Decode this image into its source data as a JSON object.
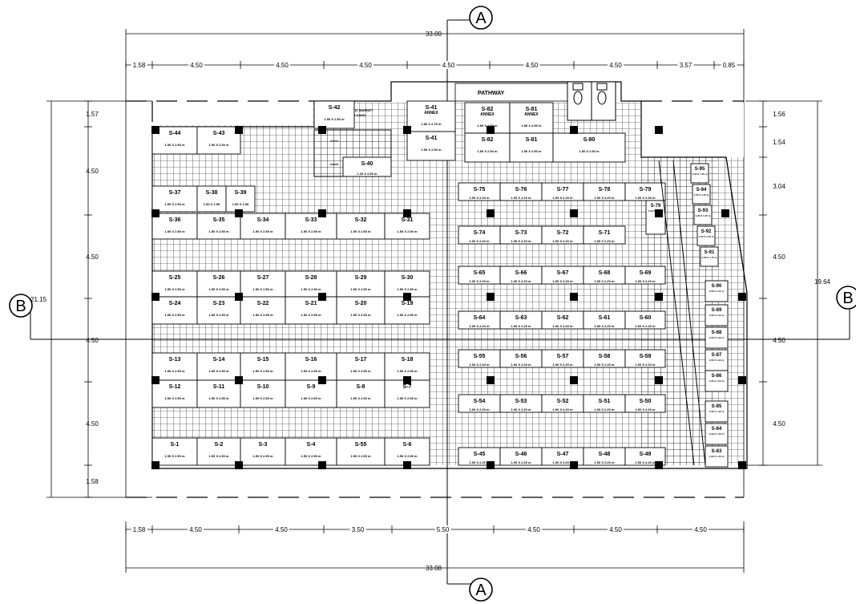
{
  "section_markers": {
    "a": "A",
    "b": "B"
  },
  "dims": {
    "total_top": "33.00",
    "total_bottom": "33.08",
    "height_right": "19.64",
    "height_left": "21.15",
    "top": [
      "1.58",
      "4.50",
      "4.50",
      "4.50",
      "4.50",
      "4.50",
      "4.50",
      "3.57",
      "0.85"
    ],
    "bottom": [
      "1.58",
      "4.50",
      "4.50",
      "3.50",
      "5.50",
      "4.50",
      "4.50",
      "4.50"
    ],
    "left": [
      "1.57",
      "4.50",
      "4.50",
      "4.50",
      "4.50",
      "1.58"
    ],
    "right": [
      "1.56",
      "1.54",
      "3.04",
      "4.50",
      "4.50",
      "4.50"
    ]
  },
  "pathway_label": "PATHWAY",
  "vendors_label": [
    "PASTE PUBLIC MARKET",
    "VENDORS ASSN."
  ],
  "stalls": [
    {
      "id": "S-44",
      "size": "1.50 X 2.50 m"
    },
    {
      "id": "S-43",
      "size": "1.50 X 2.50 m"
    },
    {
      "id": "S-42",
      "size": "1.50 X 2.50 m"
    },
    {
      "id": "S-41",
      "annex": "ANNEX",
      "size": "1.80 X 2.75 m"
    },
    {
      "id": "S-41",
      "size": "1.50 X 2.50 m"
    },
    {
      "id": "S-82",
      "annex": "ANNEX",
      "size": "1.80 X 2.50 m"
    },
    {
      "id": "S-81",
      "annex": "ANNEX",
      "size": "1.80 X 2.50 m"
    },
    {
      "id": "S-82",
      "size": "1.50 X 2.50 m"
    },
    {
      "id": "S-81",
      "size": "1.50 X 2.50 m"
    },
    {
      "id": "S-80",
      "size": "1.50 X 2.50 m"
    },
    {
      "id": "S-40",
      "size": "1.20 X 2.50 m"
    },
    {
      "id": "S-37",
      "size": "1.50 X 2.50 m"
    },
    {
      "id": "S-38",
      "size": "1.50 X 1.50"
    },
    {
      "id": "S-39",
      "size": "1.50 X 1.50"
    },
    {
      "id": "S-36",
      "size": "1.50 X 2.50 m"
    },
    {
      "id": "S-35",
      "size": "1.50 X 2.50 m"
    },
    {
      "id": "S-34",
      "size": "1.50 X 2.50 m"
    },
    {
      "id": "S-33",
      "size": "1.50 X 2.50 m"
    },
    {
      "id": "S-32",
      "size": "1.50 X 2.50 m"
    },
    {
      "id": "S-31",
      "size": "1.50 X 2.50 m"
    },
    {
      "id": "S-25",
      "size": "1.50 X 2.50 m"
    },
    {
      "id": "S-26",
      "size": "1.50 X 2.50 m"
    },
    {
      "id": "S-27",
      "size": "1.50 X 2.50 m"
    },
    {
      "id": "S-28",
      "size": "1.50 X 2.50 m"
    },
    {
      "id": "S-29",
      "size": "1.50 X 2.50 m"
    },
    {
      "id": "S-30",
      "size": "1.50 X 2.50 m"
    },
    {
      "id": "S-24",
      "size": "1.50 X 2.50 m"
    },
    {
      "id": "S-23",
      "size": "1.50 X 2.50 m"
    },
    {
      "id": "S-22",
      "size": "1.50 X 2.50 m"
    },
    {
      "id": "S-21",
      "size": "1.50 X 2.50 m"
    },
    {
      "id": "S-20",
      "size": "1.50 X 2.50 m"
    },
    {
      "id": "S-19",
      "size": "1.50 X 2.50 m"
    },
    {
      "id": "S-13",
      "size": "1.50 X 2.50 m"
    },
    {
      "id": "S-14",
      "size": "1.50 X 2.50 m"
    },
    {
      "id": "S-15",
      "size": "1.50 X 2.50 m"
    },
    {
      "id": "S-16",
      "size": "1.50 X 2.50 m"
    },
    {
      "id": "S-17",
      "size": "1.50 X 2.50 m"
    },
    {
      "id": "S-18",
      "size": "1.50 X 2.50 m"
    },
    {
      "id": "S-12",
      "size": "1.50 X 2.50 m"
    },
    {
      "id": "S-11",
      "size": "1.50 X 2.50 m"
    },
    {
      "id": "S-10",
      "size": "1.50 X 2.50 m"
    },
    {
      "id": "S-9",
      "size": "1.50 X 2.50 m"
    },
    {
      "id": "S-8",
      "size": "1.50 X 2.50 m"
    },
    {
      "id": "S-7",
      "size": "1.50 X 2.50 m"
    },
    {
      "id": "S-1",
      "size": "1.50 X 2.50 m"
    },
    {
      "id": "S-2",
      "size": "1.50 X 2.50 m"
    },
    {
      "id": "S-3",
      "size": "1.50 X 2.50 m"
    },
    {
      "id": "S-4",
      "size": "1.50 X 2.50 m"
    },
    {
      "id": "S-55",
      "size": "1.50 X 2.50 m"
    },
    {
      "id": "S-6",
      "size": "1.50 X 2.50 m"
    },
    {
      "id": "S-75",
      "size": "1.00 X 2.20 m"
    },
    {
      "id": "S-76",
      "size": "1.00 X 2.20 m"
    },
    {
      "id": "S-77",
      "size": "1.00 X 2.20 m"
    },
    {
      "id": "S-78",
      "size": "1.00 X 2.20 m"
    },
    {
      "id": "S-79",
      "size": "1.00 X 2.20 m"
    },
    {
      "id": "S-79",
      "size": "1.00 X 1.65 m"
    },
    {
      "id": "S-74",
      "size": "1.00 X 2.20 m"
    },
    {
      "id": "S-73",
      "size": "1.00 X 2.20 m"
    },
    {
      "id": "S-72",
      "size": "1.00 X 2.20 m"
    },
    {
      "id": "S-71",
      "size": "1.00 X 2.20 m"
    },
    {
      "id": "S-65",
      "size": "1.00 X 2.20 m"
    },
    {
      "id": "S-66",
      "size": "1.00 X 2.20 m"
    },
    {
      "id": "S-67",
      "size": "1.00 X 2.20 m"
    },
    {
      "id": "S-68",
      "size": "1.00 X 2.20 m"
    },
    {
      "id": "S-69",
      "size": "1.00 X 2.20 m"
    },
    {
      "id": "S-64",
      "size": "1.00 X 2.20 m"
    },
    {
      "id": "S-63",
      "size": "1.00 X 2.20 m"
    },
    {
      "id": "S-62",
      "size": "1.00 X 2.20 m"
    },
    {
      "id": "S-61",
      "size": "1.00 X 2.20 m"
    },
    {
      "id": "S-60",
      "size": "1.00 X 2.20 m"
    },
    {
      "id": "S-55",
      "size": "1.00 X 2.20 m"
    },
    {
      "id": "S-56",
      "size": "1.00 X 2.20 m"
    },
    {
      "id": "S-57",
      "size": "1.00 X 2.20 m"
    },
    {
      "id": "S-58",
      "size": "1.00 X 2.20 m"
    },
    {
      "id": "S-59",
      "size": "1.00 X 2.20 m"
    },
    {
      "id": "S-54",
      "size": "1.00 X 2.20 m"
    },
    {
      "id": "S-53",
      "size": "1.00 X 2.20 m"
    },
    {
      "id": "S-52",
      "size": "1.00 X 2.20 m"
    },
    {
      "id": "S-51",
      "size": "1.00 X 2.20 m"
    },
    {
      "id": "S-50",
      "size": "1.00 X 2.20 m"
    },
    {
      "id": "S-45",
      "size": "1.00 X 2.20 m"
    },
    {
      "id": "S-46",
      "size": "1.00 X 2.20 m"
    },
    {
      "id": "S-47",
      "size": "1.00 X 2.20 m"
    },
    {
      "id": "S-48",
      "size": "1.00 X 2.20 m"
    },
    {
      "id": "S-49",
      "size": "1.00 X 2.20 m"
    },
    {
      "id": "S-95",
      "size": "1.00 X 1.15 m"
    },
    {
      "id": "S-94",
      "size": "1.00 X 1.15 m"
    },
    {
      "id": "S-93",
      "size": "1.00 X 1.15 m"
    },
    {
      "id": "S-92",
      "size": "1.00 X 1.15 m"
    },
    {
      "id": "S-91",
      "size": "1.00 X 1.15 m"
    },
    {
      "id": "S-90",
      "size": "1.00 X 1.12 m"
    },
    {
      "id": "S-89",
      "size": "1.00 X 1.12 m"
    },
    {
      "id": "S-88",
      "size": "1.00 X 1.12 m"
    },
    {
      "id": "S-87",
      "size": "1.00 X 1.12 m"
    },
    {
      "id": "S-86",
      "size": "1.00 X 1.12 m"
    },
    {
      "id": "S-85",
      "size": "1.00 X 1.12 m"
    },
    {
      "id": "S-84",
      "size": "1.00 X 1.12 m"
    },
    {
      "id": "S-83",
      "size": "1.00 X 1.12 m"
    }
  ]
}
